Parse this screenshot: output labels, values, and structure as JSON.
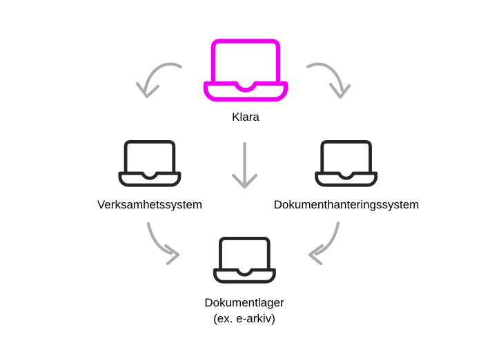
{
  "colors": {
    "background": "#ffffff",
    "accent_magenta": "#ee00ee",
    "laptop_dark": "#262626",
    "arrow_gray": "#ababab",
    "text": "#000000"
  },
  "diagram": {
    "nodes": [
      {
        "id": "klara",
        "label": "Klara",
        "icon": "laptop-icon",
        "highlighted": true
      },
      {
        "id": "verksamhetssystem",
        "label": "Verksamhetssystem",
        "icon": "laptop-icon",
        "highlighted": false
      },
      {
        "id": "dokumenthanteringssystem",
        "label": "Dokumenthanteringssystem",
        "icon": "laptop-icon",
        "highlighted": false
      },
      {
        "id": "dokumentlager",
        "label": "Dokumentlager",
        "label_line2": "(ex. e-arkiv)",
        "icon": "laptop-icon",
        "highlighted": false
      }
    ],
    "edges": [
      {
        "from": "klara",
        "to": "verksamhetssystem",
        "style": "curved"
      },
      {
        "from": "klara",
        "to": "dokumenthanteringssystem",
        "style": "curved"
      },
      {
        "from": "klara",
        "to": "dokumentlager",
        "style": "straight"
      },
      {
        "from": "verksamhetssystem",
        "to": "dokumentlager",
        "style": "curved"
      },
      {
        "from": "dokumenthanteringssystem",
        "to": "dokumentlager",
        "style": "curved"
      }
    ]
  }
}
